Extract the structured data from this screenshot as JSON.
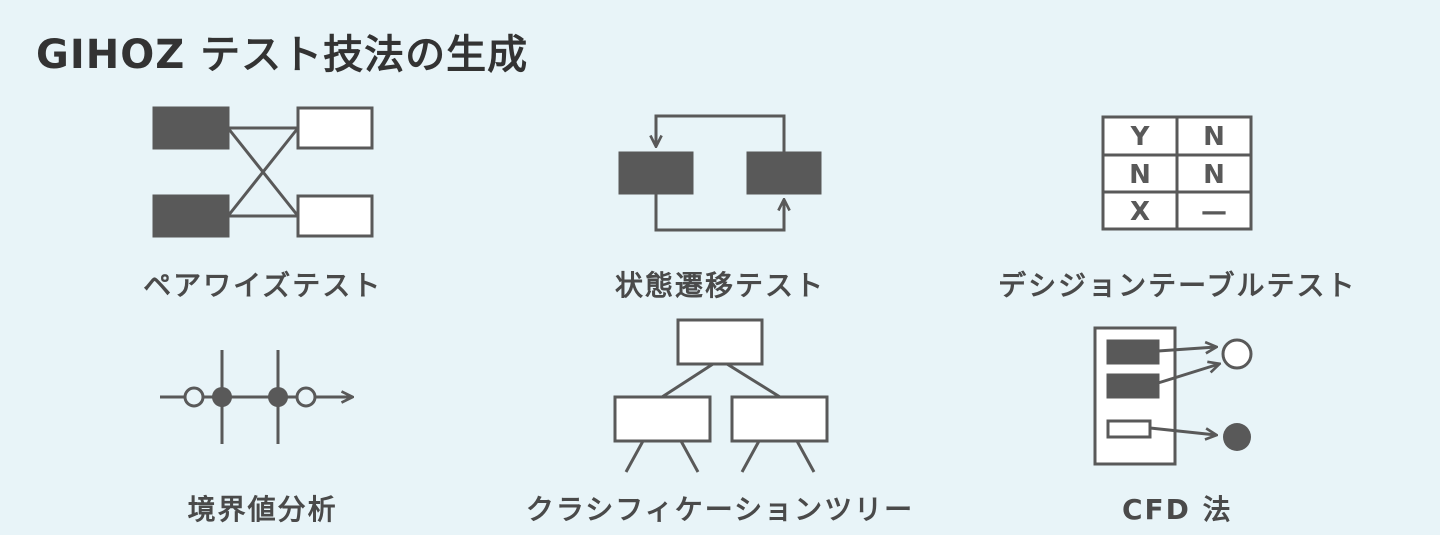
{
  "page": {
    "title": "GIHOZ テスト技法の生成",
    "background": "#e8f4f8",
    "ink": "#595959",
    "title_color": "#333333"
  },
  "cards": [
    {
      "id": "pairwise",
      "label": "ペアワイズテスト"
    },
    {
      "id": "state-transition",
      "label": "状態遷移テスト"
    },
    {
      "id": "decision-table",
      "label": "デシジョンテーブルテスト",
      "table": {
        "rows": [
          [
            "Y",
            "N"
          ],
          [
            "N",
            "N"
          ],
          [
            "X",
            "—"
          ]
        ]
      }
    },
    {
      "id": "boundary-value",
      "label": "境界値分析"
    },
    {
      "id": "classification-tree",
      "label": "クラシフィケーションツリー"
    },
    {
      "id": "cfd",
      "label": "CFD 法"
    }
  ]
}
